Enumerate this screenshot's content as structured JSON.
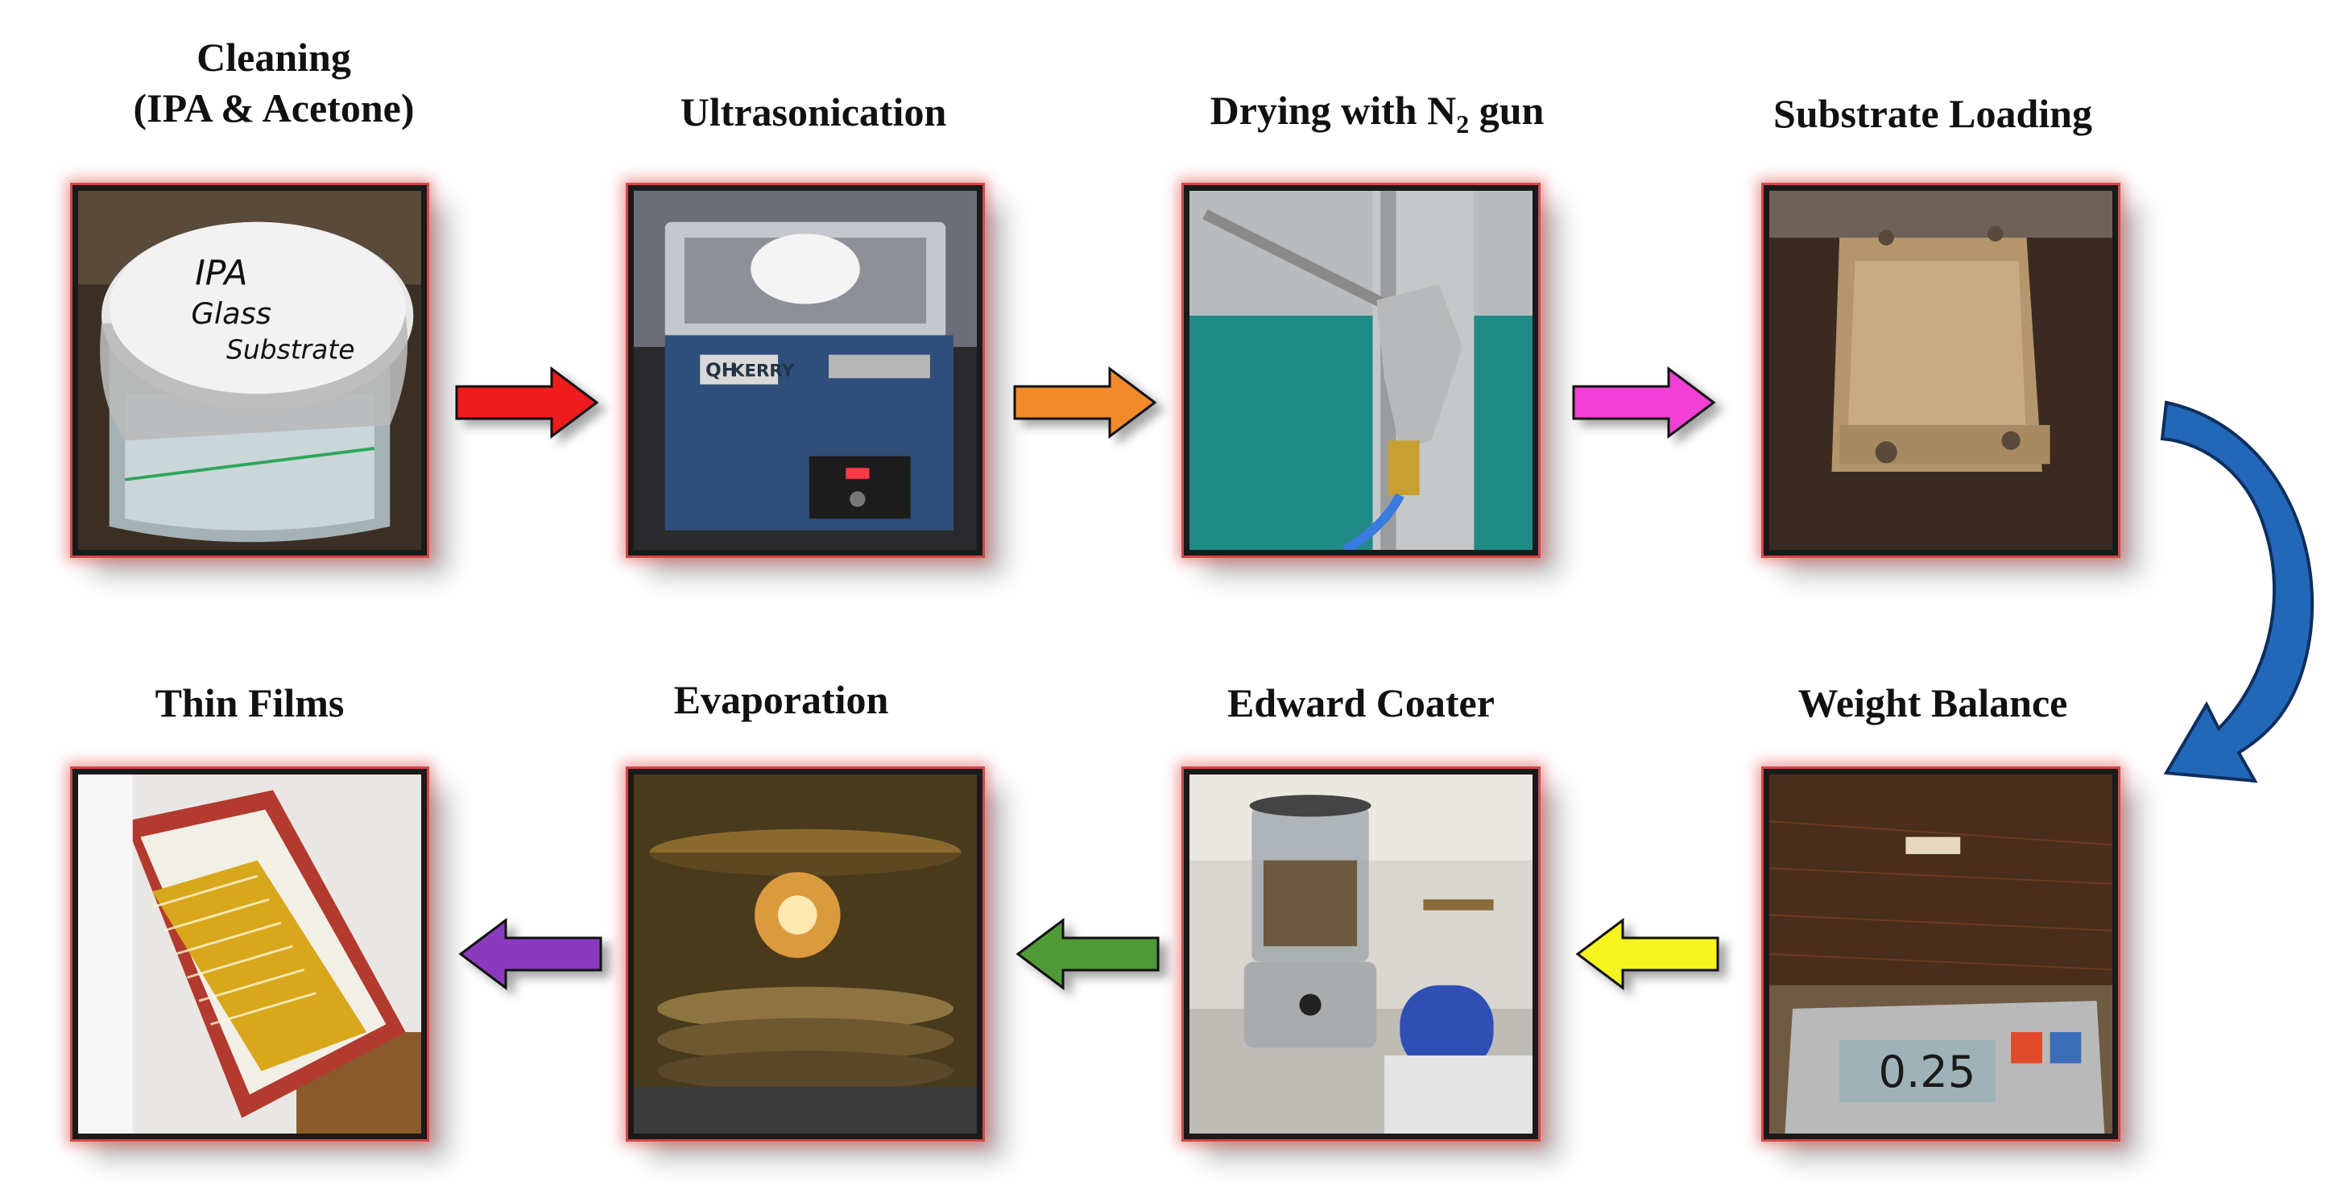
{
  "steps": [
    {
      "id": "cleaning",
      "title_line1": "Cleaning",
      "title_line2": "(IPA & Acetone)",
      "photo_text": [
        "IPA",
        "Glass",
        "Substrate"
      ]
    },
    {
      "id": "ultrasonication",
      "title": "Ultrasonication",
      "photo_text": [
        "QH",
        "KERRY"
      ]
    },
    {
      "id": "drying",
      "title_pre": "Drying with N",
      "title_sub": "2",
      "title_post": " gun"
    },
    {
      "id": "substrate-loading",
      "title": "Substrate Loading"
    },
    {
      "id": "weight-balance",
      "title": "Weight Balance",
      "photo_text": [
        "0.25"
      ]
    },
    {
      "id": "edward-coater",
      "title": "Edward Coater"
    },
    {
      "id": "evaporation",
      "title": "Evaporation"
    },
    {
      "id": "thin-films",
      "title": "Thin Films"
    }
  ],
  "arrows": [
    {
      "from": "cleaning",
      "to": "ultrasonication",
      "direction": "right",
      "color": "#ee1c1c"
    },
    {
      "from": "ultrasonication",
      "to": "drying",
      "direction": "right",
      "color": "#f08a2a"
    },
    {
      "from": "drying",
      "to": "substrate-loading",
      "direction": "right",
      "color": "#f23fd6"
    },
    {
      "from": "substrate-loading",
      "to": "weight-balance",
      "direction": "curved-down",
      "color": "#2367b8"
    },
    {
      "from": "weight-balance",
      "to": "edward-coater",
      "direction": "left",
      "color": "#f4f41e"
    },
    {
      "from": "edward-coater",
      "to": "evaporation",
      "direction": "left",
      "color": "#4f9a36"
    },
    {
      "from": "evaporation",
      "to": "thin-films",
      "direction": "left",
      "color": "#8a3bbd"
    }
  ],
  "frame_glow_color": "#d24747"
}
